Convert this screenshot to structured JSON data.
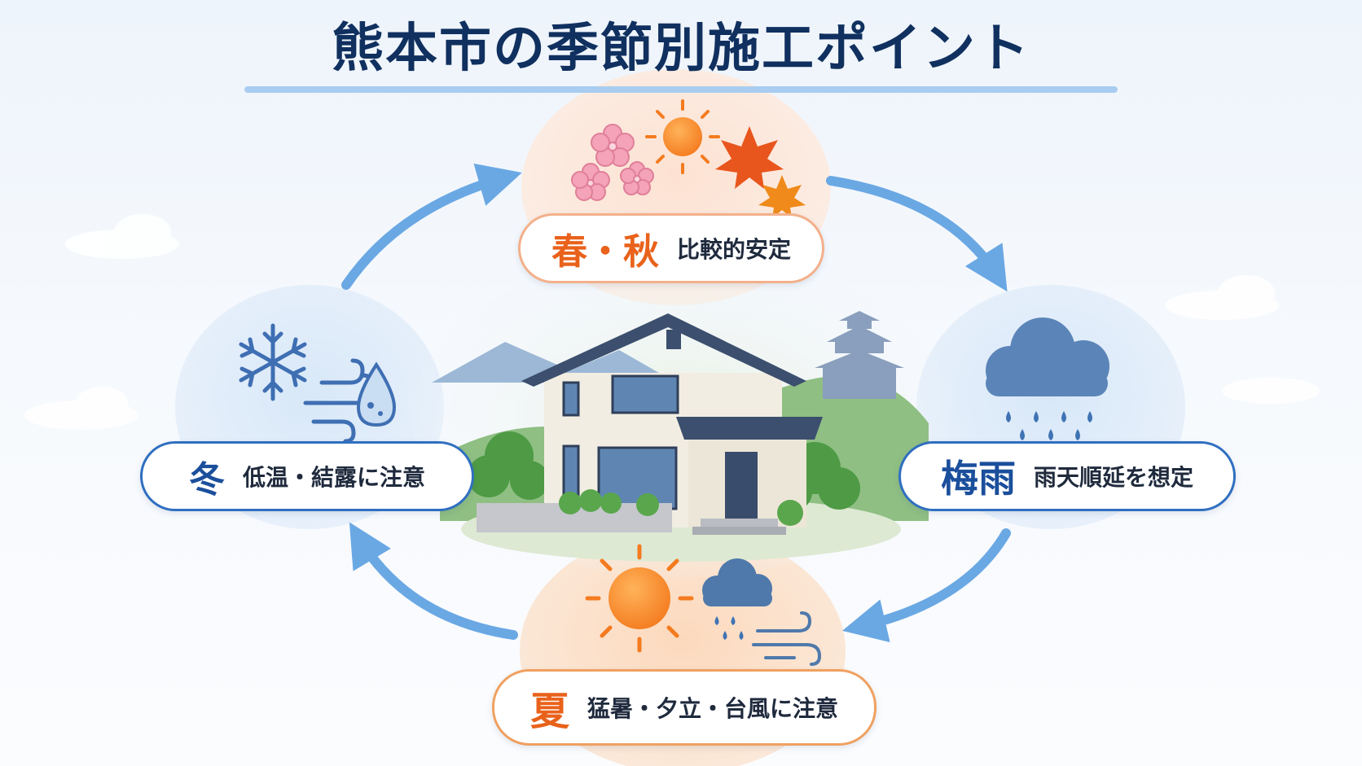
{
  "title": "熊本市の季節別施工ポイント",
  "seasons": {
    "spring_autumn": {
      "name": "春・秋",
      "note": "比較的安定"
    },
    "rainy": {
      "name": "梅雨",
      "note": "雨天順延を想定"
    },
    "summer": {
      "name": "夏",
      "note": "猛暑・夕立・台風に注意"
    },
    "winter": {
      "name": "冬",
      "note": "低温・結露に注意"
    }
  },
  "icons": {
    "spring_autumn": [
      "cherry-blossom-icon",
      "sun-icon",
      "maple-leaf-icon"
    ],
    "rainy": [
      "rain-cloud-icon"
    ],
    "summer": [
      "sun-icon",
      "rain-cloud-icon",
      "wind-icon"
    ],
    "winter": [
      "snowflake-icon",
      "wind-icon",
      "water-drop-icon"
    ]
  },
  "colors": {
    "title": "#10305f",
    "warm_accent": "#e9621b",
    "cool_accent": "#1b4f9c",
    "arrow": "#6aa8e4"
  }
}
